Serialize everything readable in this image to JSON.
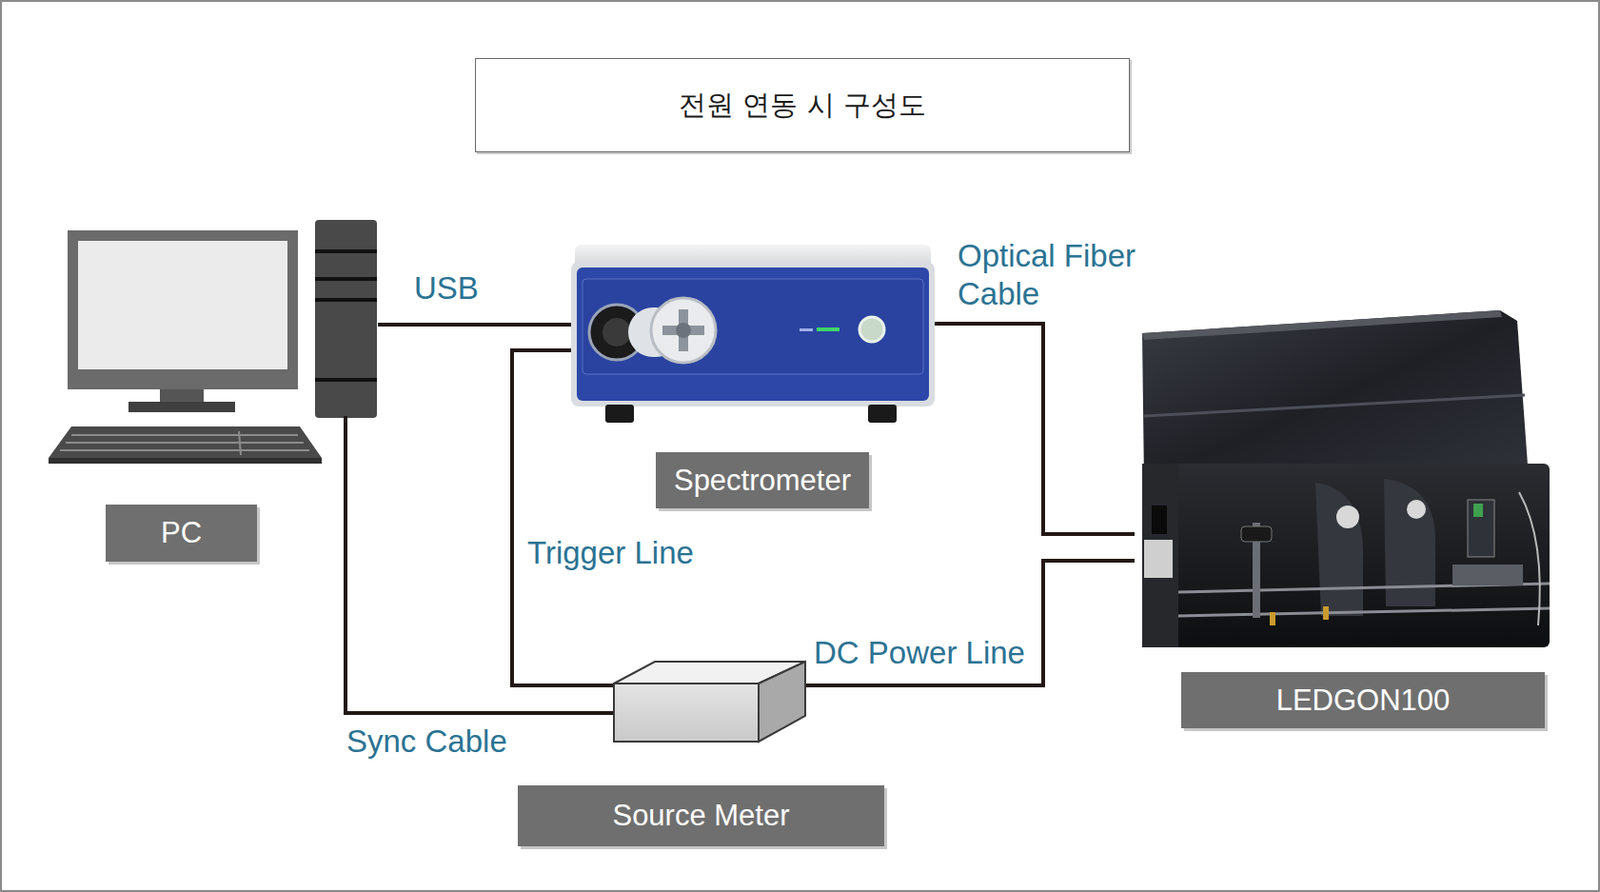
{
  "diagram": {
    "title": "전원 연동 시 구성도",
    "nodes": [
      {
        "text": [
          "PC"
        ]
      },
      {
        "text": [
          "Spectrometer"
        ]
      },
      {
        "text": [
          "LEDGON100"
        ]
      },
      {
        "text": [
          "Source Meter"
        ]
      }
    ],
    "edges": [
      {
        "from": 0,
        "to": 1,
        "label": "USB",
        "arrow": "none"
      },
      {
        "from": 1,
        "to": 2,
        "label": "Optical Fiber Cable",
        "arrow": "none"
      },
      {
        "from": 1,
        "to": 3,
        "label": "Trigger Line",
        "arrow": "none"
      },
      {
        "from": 3,
        "to": 2,
        "label": "DC Power Line",
        "arrow": "none"
      },
      {
        "from": 0,
        "to": 3,
        "label": "Sync Cable",
        "arrow": "none"
      }
    ]
  }
}
